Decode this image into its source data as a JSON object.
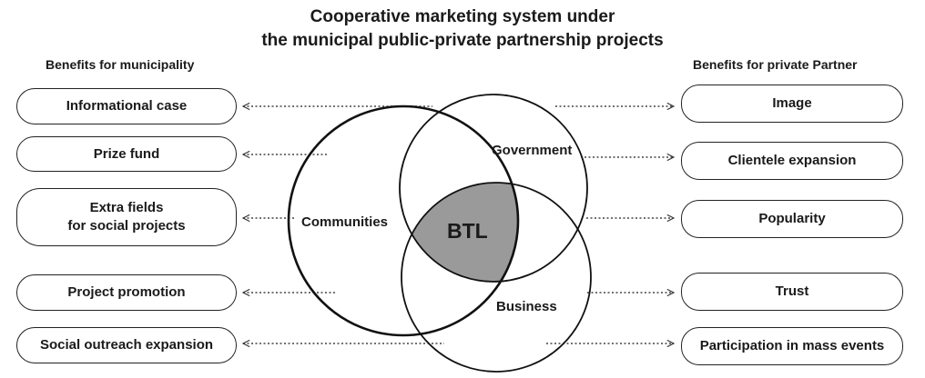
{
  "title": {
    "line1": "Cooperative marketing system under",
    "line2": "the municipal public-private partnership projects"
  },
  "left_column": {
    "heading": "Benefits for municipality",
    "items": [
      "Informational case",
      "Prize fund",
      "Extra fields\nfor social projects",
      "Project promotion",
      "Social outreach expansion"
    ]
  },
  "right_column": {
    "heading": "Benefits for private Partner",
    "items": [
      "Image",
      "Clientele expansion",
      "Popularity",
      "Trust",
      "Participation in mass events"
    ]
  },
  "venn": {
    "communities": "Communities",
    "government": "Government",
    "business": "Business",
    "center": "BTL",
    "center_fill": "#9a9a9a"
  }
}
